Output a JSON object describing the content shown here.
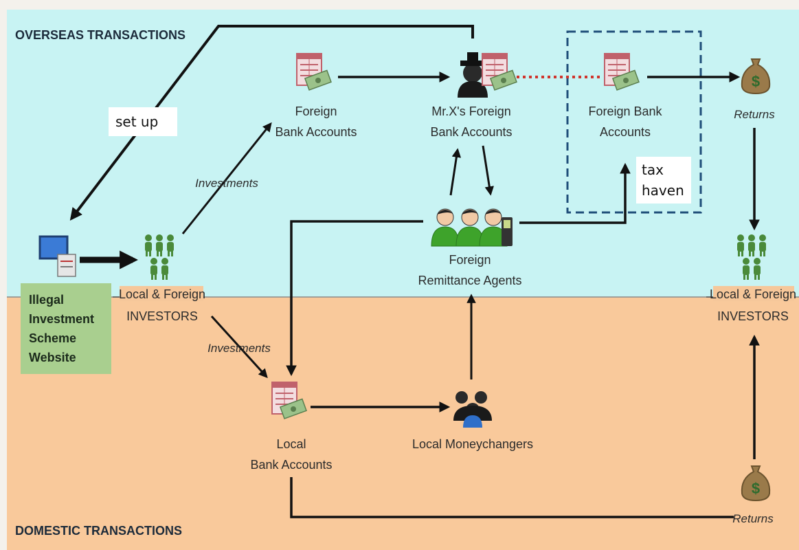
{
  "sections": {
    "overseas": "OVERSEAS TRANSACTIONS",
    "domestic": "DOMESTIC TRANSACTIONS"
  },
  "nodes": {
    "foreign_bank_1": [
      "Foreign",
      "Bank Accounts"
    ],
    "mrx_bank": [
      "Mr.X's Foreign",
      "Bank Accounts"
    ],
    "foreign_bank_haven": [
      "Foreign Bank",
      "Accounts"
    ],
    "returns_top": "Returns",
    "tax_haven": [
      "tax",
      "haven"
    ],
    "setup": "set up",
    "website": [
      "Illegal",
      "Investment",
      "Scheme",
      "Website"
    ],
    "investors_left": [
      "Local & Foreign",
      "INVESTORS"
    ],
    "investors_right": [
      "Local & Foreign",
      "INVESTORS"
    ],
    "remittance": [
      "Foreign",
      "Remittance Agents"
    ],
    "local_bank": [
      "Local",
      "Bank Accounts"
    ],
    "moneychangers": "Local Moneychangers",
    "returns_bottom": "Returns"
  },
  "edges": {
    "investments_top": "Investments",
    "investments_bottom": "Investments"
  },
  "colors": {
    "overseas_bg": "#c8f3f3",
    "domestic_bg": "#f9c99b",
    "website_box": "#a9cf8f",
    "investor_label_bg": "#f6c79a",
    "link_line": "#111111",
    "dotted_link": "#d0342c",
    "haven_box": "#1f4e79"
  },
  "icons": [
    "computer-icon",
    "investors-group-icon",
    "bank-document-icon",
    "masked-man-icon",
    "agents-group-icon",
    "phone-icon",
    "money-bag-icon",
    "moneychangers-icon"
  ]
}
